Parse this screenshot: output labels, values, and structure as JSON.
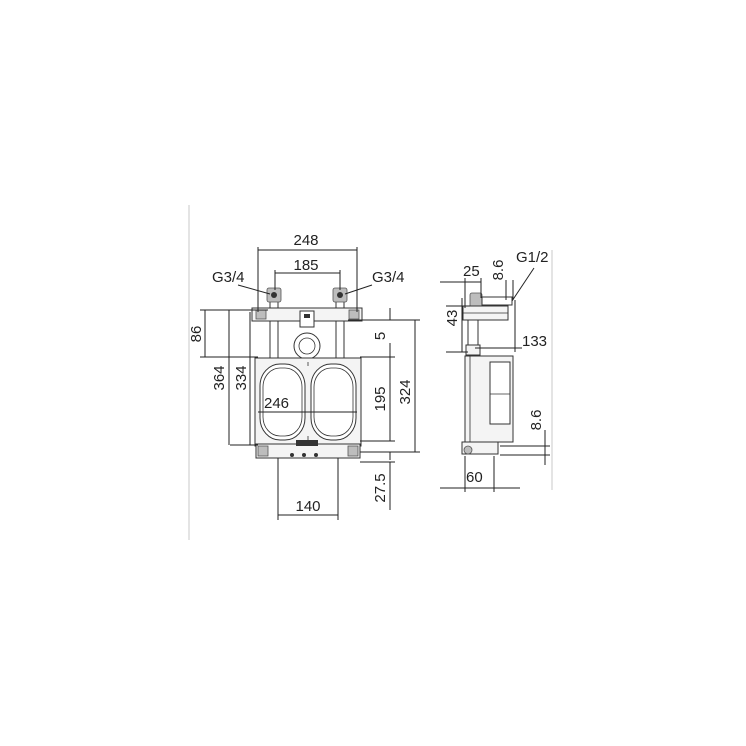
{
  "dimensions": {
    "width_outer": "248",
    "width_inner": "185",
    "thread_left": "G3/4",
    "thread_right": "G3/4",
    "offset_86": "86",
    "height_364": "364",
    "height_334": "334",
    "height_324": "324",
    "gap_5": "5",
    "height_195": "195",
    "width_246": "246",
    "offset_27_5": "27.5",
    "width_140": "140",
    "depth_25": "25",
    "depth_8_6_top": "8.6",
    "thread_side": "G1/2",
    "height_43": "43",
    "depth_133": "133",
    "depth_8_6_bottom": "8.6",
    "depth_60": "60"
  },
  "colors": {
    "line": "#222222",
    "part_fill": "#f4f4f4",
    "fitting_fill": "#bdbdbd"
  }
}
